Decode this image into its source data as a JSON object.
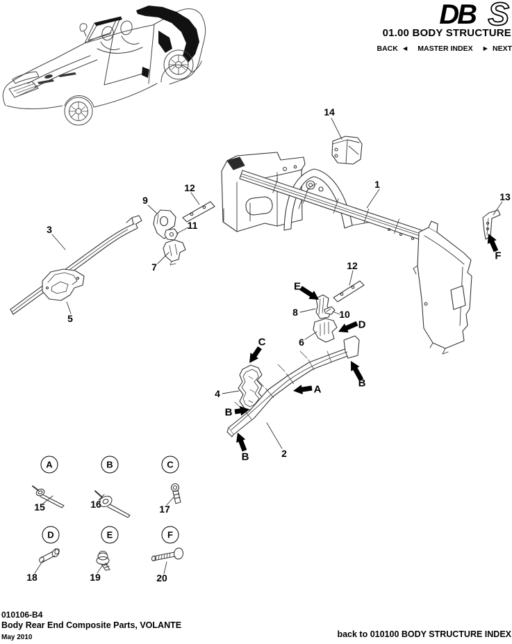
{
  "header": {
    "logo": {
      "part1": "DB",
      "part2": "S"
    },
    "section_title": "01.00 BODY STRUCTURE",
    "nav": {
      "back": "BACK",
      "back_arrow": "◄",
      "master_index": "MASTER INDEX",
      "next_arrow": "►",
      "next": "NEXT"
    }
  },
  "diagram": {
    "part_callouts": [
      {
        "label": "14"
      },
      {
        "label": "1"
      },
      {
        "label": "13"
      },
      {
        "label": "12"
      },
      {
        "label": "9"
      },
      {
        "label": "11"
      },
      {
        "label": "3"
      },
      {
        "label": "7"
      },
      {
        "label": "5"
      },
      {
        "label": "12"
      },
      {
        "label": "8"
      },
      {
        "label": "10"
      },
      {
        "label": "6"
      },
      {
        "label": "4"
      },
      {
        "label": "2"
      }
    ],
    "fastener_arrows": [
      {
        "label": "E"
      },
      {
        "label": "D"
      },
      {
        "label": "C"
      },
      {
        "label": "A"
      },
      {
        "label": "B"
      },
      {
        "label": "B"
      },
      {
        "label": "B"
      },
      {
        "label": "F"
      }
    ]
  },
  "legend": {
    "items": [
      {
        "letter": "A",
        "number": "15"
      },
      {
        "letter": "B",
        "number": "16"
      },
      {
        "letter": "C",
        "number": "17"
      },
      {
        "letter": "D",
        "number": "18"
      },
      {
        "letter": "E",
        "number": "19"
      },
      {
        "letter": "F",
        "number": "20"
      }
    ]
  },
  "footer": {
    "doc_number": "010106-B4",
    "doc_title": "Body Rear End Composite Parts, VOLANTE",
    "date": "May 2010",
    "back_link": "back to 010100 BODY STRUCTURE INDEX"
  }
}
